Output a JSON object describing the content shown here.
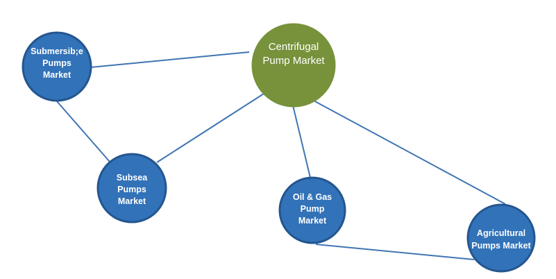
{
  "diagram": {
    "type": "network",
    "nodes": [
      {
        "id": "centrifugal",
        "lines": [
          "Centrifugal",
          "Pump Market"
        ],
        "color": "#77923b",
        "role": "hub"
      },
      {
        "id": "submersible",
        "lines": [
          "Submersib;e",
          "Pumps",
          "Market"
        ],
        "color": "#3272b8",
        "role": "segment"
      },
      {
        "id": "subsea",
        "lines": [
          "Subsea",
          "Pumps",
          "Market"
        ],
        "color": "#3272b8",
        "role": "segment"
      },
      {
        "id": "oilgas",
        "lines": [
          "Oil & Gas",
          "Pump",
          "Market"
        ],
        "color": "#3272b8",
        "role": "segment"
      },
      {
        "id": "agricultural",
        "lines": [
          "Agricultural",
          "Pumps Market"
        ],
        "color": "#3272b8",
        "role": "segment"
      }
    ],
    "edges": [
      {
        "from": "submersible",
        "to": "centrifugal"
      },
      {
        "from": "submersible",
        "to": "subsea"
      },
      {
        "from": "subsea",
        "to": "centrifugal"
      },
      {
        "from": "centrifugal",
        "to": "oilgas"
      },
      {
        "from": "centrifugal",
        "to": "agricultural"
      },
      {
        "from": "oilgas",
        "to": "agricultural"
      }
    ],
    "edge_color": "#3f75b3"
  }
}
